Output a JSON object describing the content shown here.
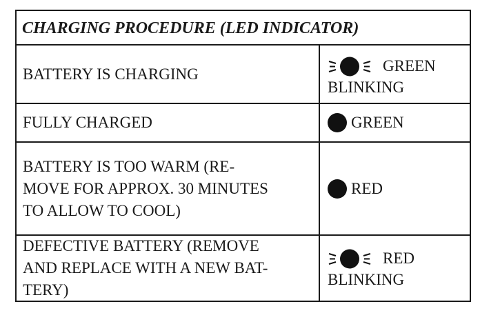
{
  "title": "CHARGING PROCEDURE (LED INDICATOR)",
  "rows": [
    {
      "condition_lines": [
        "BATTERY IS CHARGING"
      ],
      "led": {
        "color_word": "GREEN",
        "state": "BLINKING",
        "blinking": true
      }
    },
    {
      "condition_lines": [
        "FULLY CHARGED"
      ],
      "led": {
        "color_word": "GREEN",
        "blinking": false
      }
    },
    {
      "condition_lines": [
        "BATTERY IS TOO WARM (RE-",
        "MOVE FOR APPROX. 30 MINUTES",
        "TO ALLOW TO COOL)"
      ],
      "led": {
        "color_word": "RED",
        "blinking": false
      }
    },
    {
      "condition_lines": [
        "DEFECTIVE BATTERY (REMOVE",
        "AND REPLACE WITH A NEW BAT-",
        "TERY)"
      ],
      "led": {
        "color_word": "RED",
        "state": "BLINKING",
        "blinking": true
      }
    }
  ],
  "colors": {
    "ink": "#1a1a1a",
    "led": "#111111",
    "background": "#ffffff"
  },
  "icons": {
    "led": "led-dot-icon",
    "blink": "blink-rays-icon"
  }
}
